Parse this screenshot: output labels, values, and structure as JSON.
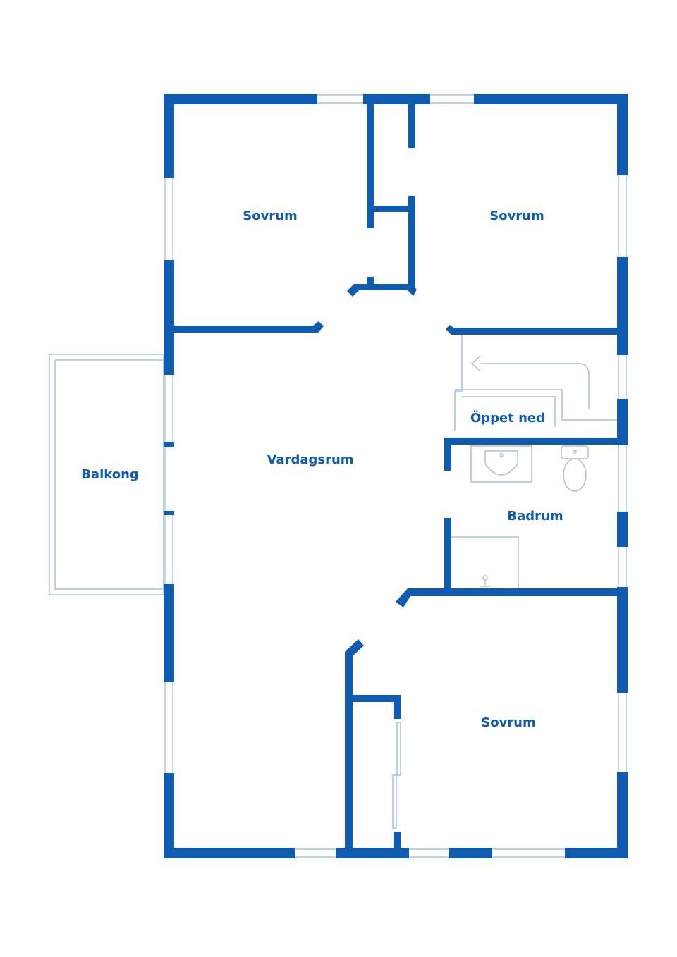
{
  "colors": {
    "wall": "#0f5bb0",
    "thin": "#a9c3de",
    "label": "#0f5bb0",
    "background": "#ffffff"
  },
  "rooms": {
    "sovrum_top_left": "Sovrum",
    "sovrum_top_right": "Sovrum",
    "vardagsrum": "Vardagsrum",
    "balkong": "Balkong",
    "oppet_ned": "Öppet ned",
    "badrum": "Badrum",
    "sovrum_bottom": "Sovrum"
  }
}
